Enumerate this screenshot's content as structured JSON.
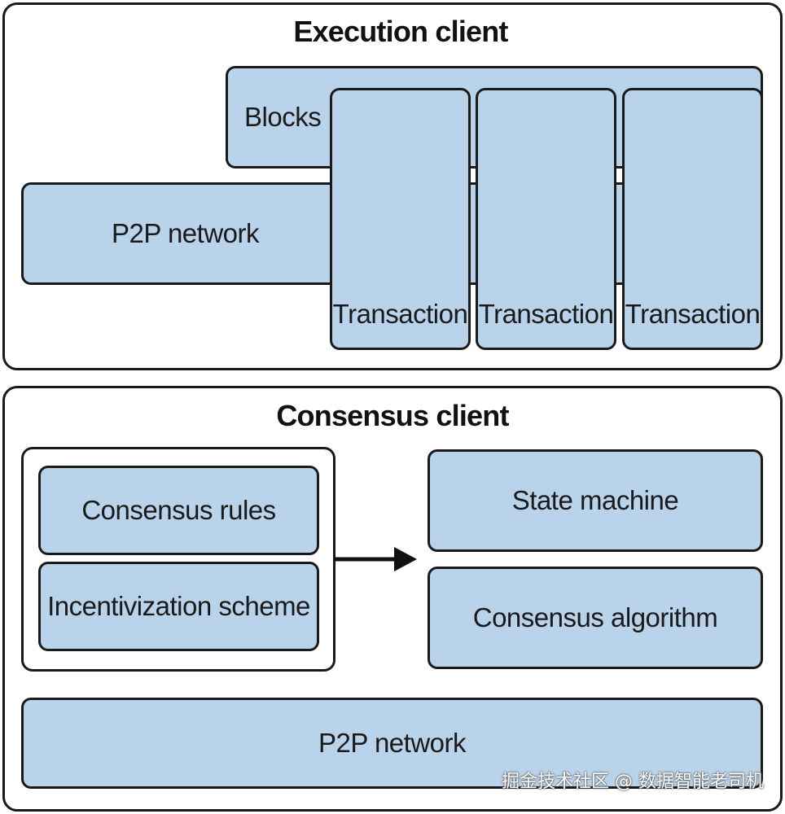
{
  "execution_client": {
    "title": "Execution client",
    "blocks_label": "Blocks",
    "p2p_label": "P2P network",
    "transactions": [
      "Transaction",
      "Transaction",
      "Transaction"
    ]
  },
  "consensus_client": {
    "title": "Consensus client",
    "rules_label": "Consensus rules",
    "incentive_label": "Incentivization scheme",
    "state_machine_label": "State machine",
    "algorithm_label": "Consensus algorithm",
    "p2p_label": "P2P network"
  },
  "colors": {
    "box_fill": "#b8d3ea",
    "stroke": "#1a1a1a"
  },
  "watermark": "掘金技术社区 @ 数据智能老司机"
}
